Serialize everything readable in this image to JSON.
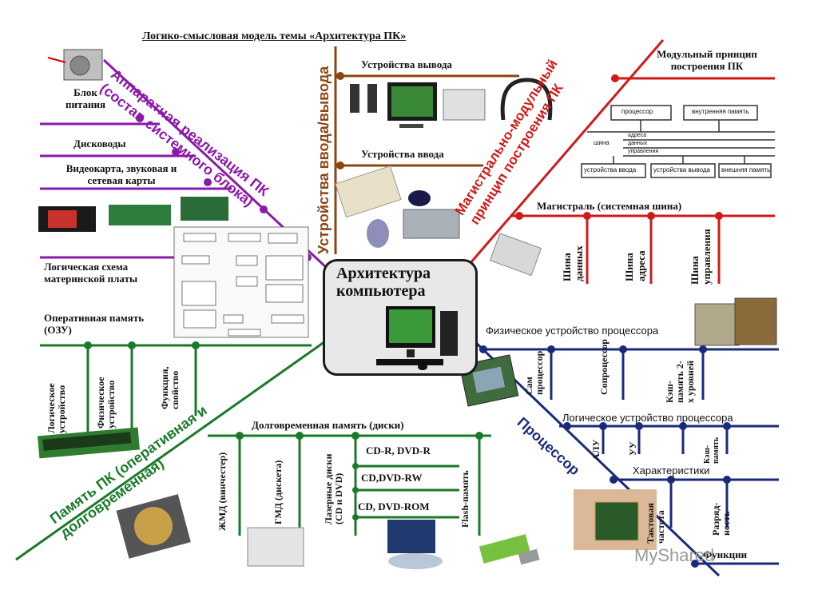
{
  "title": "Логико-смысловая модель темы «Архитектура ПК»",
  "center_title": "Архитектура компьютера",
  "branches": {
    "hardware": "Аппаратная реализация ПК (состав системного блока)",
    "io": "Устройства ввода/вывода",
    "bus": "Магистрально-модульный принцип построения ПК",
    "memory": "Память ПК (оперативная и долговременная)",
    "processor": "Процессор"
  },
  "hardware_items": {
    "psu": "Блок питания",
    "drives": "Дисководы",
    "cards": "Видеокарта, звуковая и сетевая карты",
    "logic": "Логическая схема материнской платы"
  },
  "io_items": {
    "output": "Устройства вывода",
    "input": "Устройства ввода"
  },
  "bus_items": {
    "modular": "Модульный принцип построения ПК",
    "backbone": "Магистраль (системная шина)",
    "data_bus": "Шина данных",
    "addr_bus": "Шина адреса",
    "ctrl_bus": "Шина управления"
  },
  "bus_diagram": {
    "cpu": "процессор",
    "mem": "внутренняя память",
    "bus": "шина",
    "addr": "адреса",
    "data": "данных",
    "ctrl": "управления",
    "in": "устройства ввода",
    "out": "устройства вывода",
    "ext": "внешняя память"
  },
  "memory_items": {
    "ram": "Оперативная память (ОЗУ)",
    "ram_logic": "Логическое устройство",
    "ram_phys": "Физическое устройство",
    "ram_func": "Функция, свойство",
    "storage": "Долговременная память (диски)",
    "hdd": "ЖМД (винчестер)",
    "fdd": "ГМД (дискета)",
    "laser": "Лазерные диски (CD и DVD)",
    "flash": "Flash-память",
    "cdr": "CD-R, DVD-R",
    "cdrw": "CD,DVD-RW",
    "cdrom": "CD, DVD-ROM"
  },
  "processor_items": {
    "physical": "Физическое устройство процессора",
    "cpu_self": "Сам процессор",
    "coproc": "Сопроцессор",
    "cache": "Кэш-память 2-х уровней",
    "logical": "Логическое устройство процессора",
    "alu": "АЛУ",
    "cu": "УУ",
    "cache2": "Кэш-память",
    "characteristics": "Характеристики",
    "clock": "Тактовая частота",
    "bits": "Разряд-ность",
    "functions": "Функции"
  },
  "watermark": "MyShared",
  "colors": {
    "hardware": "#8a1aa8",
    "io": "#8b4513",
    "bus": "#d01a1a",
    "memory": "#1a7a2a",
    "processor": "#1a2a7a"
  }
}
